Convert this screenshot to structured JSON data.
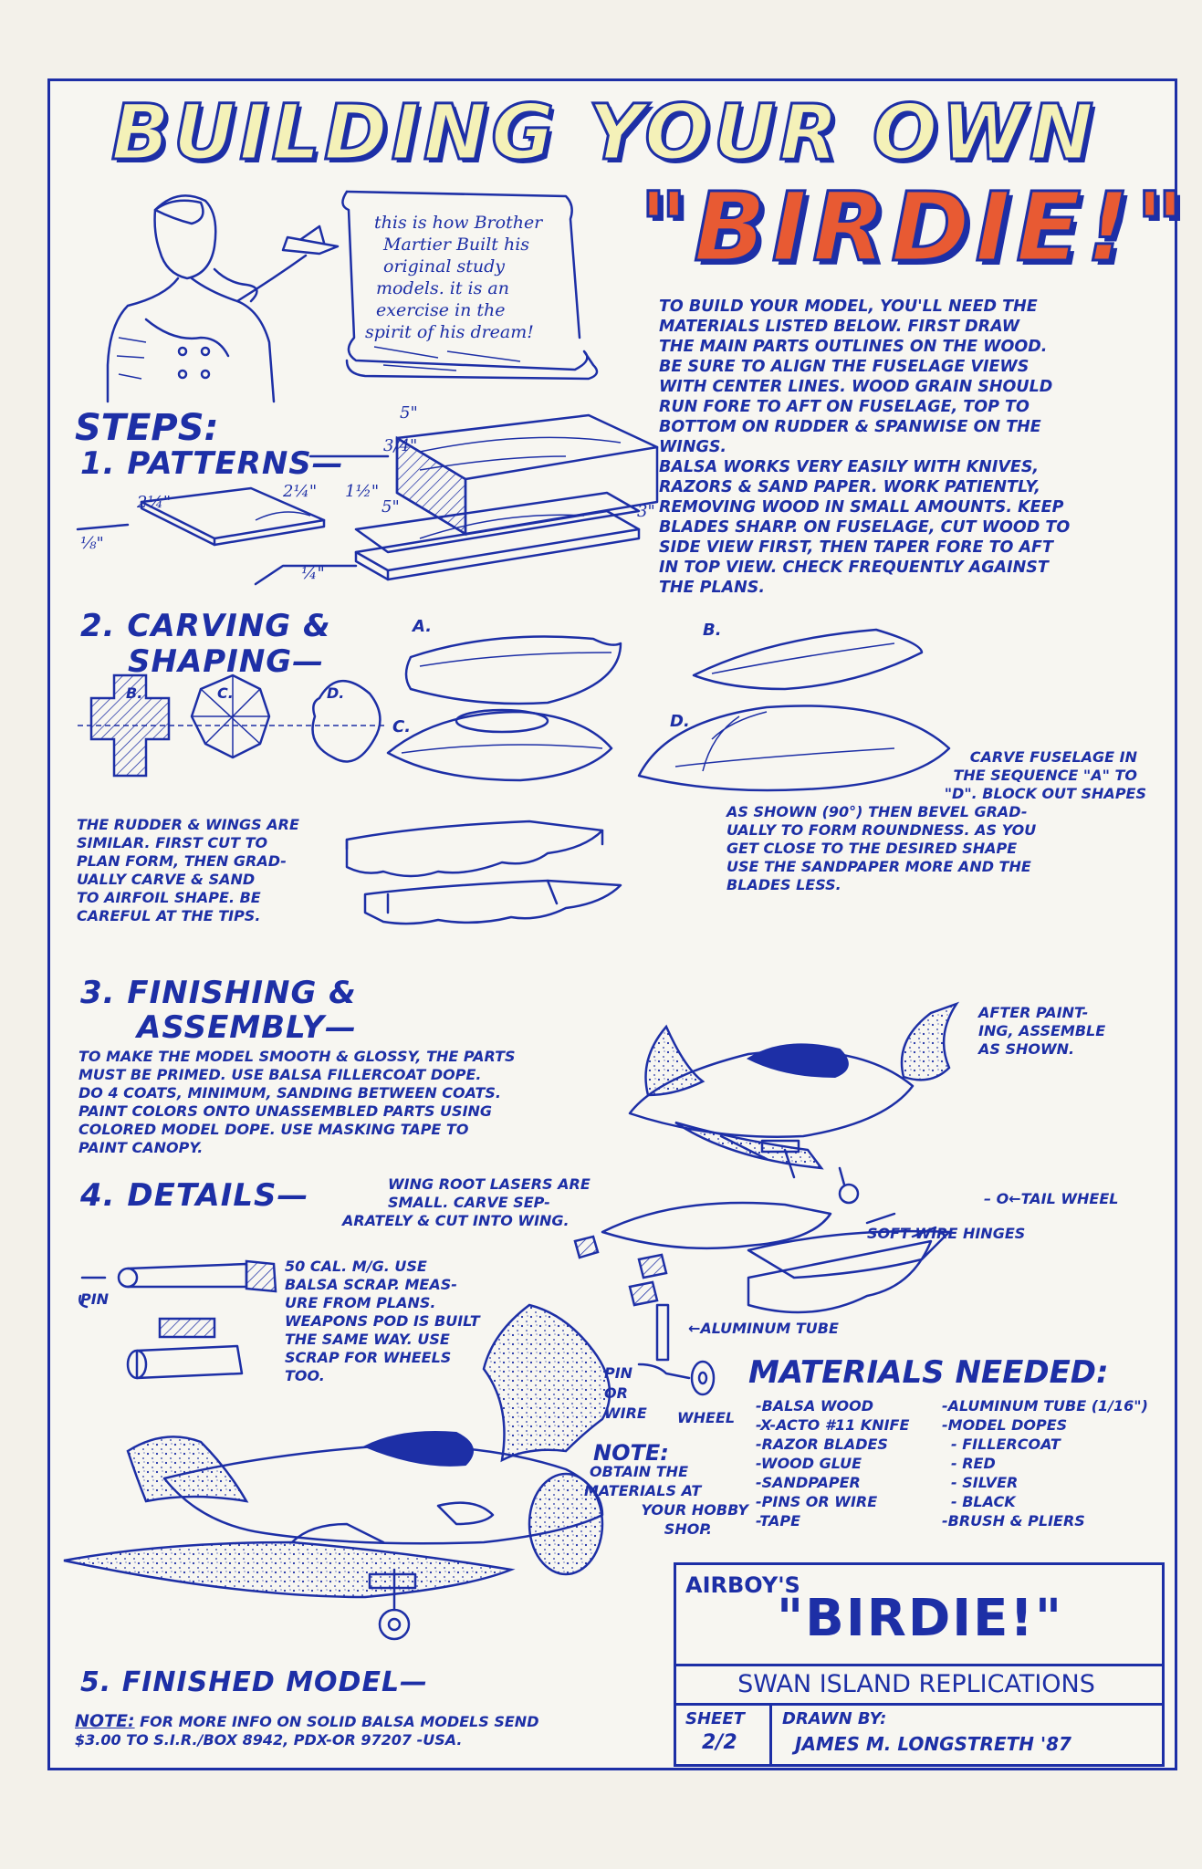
{
  "header": {
    "title_line1": "BUILDING YOUR OWN",
    "title_line2": "\"BIRDIE!\""
  },
  "scroll": {
    "lines": [
      "this is how Brother",
      "Martier Built his",
      "original study",
      "models. it is an",
      "exercise in the",
      "spirit of his dream!"
    ]
  },
  "intro": {
    "lines": [
      "TO BUILD YOUR MODEL, YOU'LL NEED THE",
      "MATERIALS LISTED BELOW. FIRST DRAW",
      "THE MAIN PARTS OUTLINES ON THE WOOD.",
      "BE SURE TO ALIGN THE FUSELAGE VIEWS",
      "WITH CENTER LINES. WOOD GRAIN SHOULD",
      "RUN FORE TO AFT ON FUSELAGE, TOP TO",
      "BOTTOM ON RUDDER & SPANWISE ON THE",
      "WINGS.",
      "BALSA WORKS VERY EASILY WITH KNIVES,",
      "RAZORS & SAND PAPER. WORK PATIENTLY,",
      "REMOVING WOOD IN SMALL AMOUNTS. KEEP",
      "BLADES SHARP. ON FUSELAGE, CUT WOOD TO",
      "SIDE VIEW FIRST, THEN TAPER FORE TO AFT",
      "IN TOP VIEW. CHECK FREQUENTLY AGAINST",
      "THE PLANS."
    ]
  },
  "steps": {
    "heading": "STEPS:",
    "patterns": {
      "label": "1. PATTERNS—",
      "dims": {
        "d5a": "5\"",
        "d34": "3/4\"",
        "d112": "1½\"",
        "d5b": "5\"",
        "d214a": "2¼\"",
        "d214b": "2¼\"",
        "d18": "⅛\"",
        "d14": "¼\"",
        "d3": "3\""
      }
    },
    "carving": {
      "label_a": "2. CARVING &",
      "label_b": "SHAPING—",
      "views": [
        "A.",
        "B.",
        "C.",
        "D."
      ],
      "section_labels": [
        "B.",
        "C.",
        "D."
      ],
      "rudder_lines": [
        "THE RUDDER & WINGS ARE",
        "SIMILAR. FIRST CUT TO",
        "PLAN FORM, THEN GRAD-",
        "UALLY CARVE & SAND",
        "TO AIRFOIL SHAPE. BE",
        "CAREFUL AT THE TIPS."
      ],
      "fuselage_lines": [
        "CARVE FUSELAGE IN",
        "THE SEQUENCE \"A\" TO",
        "\"D\". BLOCK OUT SHAPES",
        "AS SHOWN (90°) THEN BEVEL GRAD-",
        "UALLY TO FORM ROUNDNESS. AS YOU",
        "GET CLOSE TO THE DESIRED SHAPE",
        "USE THE SANDPAPER MORE AND THE",
        "BLADES LESS."
      ]
    },
    "finishing": {
      "label_a": "3. FINISHING &",
      "label_b": "ASSEMBLY—",
      "lines": [
        "TO MAKE THE MODEL SMOOTH & GLOSSY, THE PARTS",
        "MUST BE PRIMED. USE BALSA FILLERCOAT DOPE.",
        "DO 4 COATS, MINIMUM, SANDING BETWEEN COATS.",
        "PAINT COLORS ONTO UNASSEMBLED PARTS USING",
        "COLORED MODEL DOPE. USE MASKING TAPE TO",
        "PAINT CANOPY."
      ],
      "after_paint": [
        "AFTER PAINT-",
        "ING, ASSEMBLE",
        "AS SHOWN."
      ]
    },
    "details": {
      "label": "4. DETAILS—",
      "wingroot_lines": [
        "WING ROOT LASERS ARE",
        "SMALL. CARVE SEP-",
        "ARATELY & CUT INTO WING."
      ],
      "tail_wheel": "TAIL WHEEL",
      "soft_wire": "SOFT WIRE HINGES",
      "pin": "PIN",
      "mg_lines": [
        "50 CAL. M/G. USE",
        "BALSA SCRAP. MEAS-",
        "URE FROM PLANS.",
        "WEAPONS POD IS BUILT",
        "THE SAME WAY. USE",
        "SCRAP FOR WHEELS",
        "TOO."
      ],
      "aluminum_tube": "ALUMINUM TUBE",
      "pin_or_wire": [
        "PIN",
        "OR",
        "WIRE"
      ],
      "wheel": "WHEEL"
    },
    "finished": {
      "label": "5. FINISHED MODEL—"
    }
  },
  "materials": {
    "heading": "MATERIALS NEEDED:",
    "left": [
      "-BALSA WOOD",
      "-X-ACTO #11 KNIFE",
      "-RAZOR BLADES",
      "-WOOD GLUE",
      "-SANDPAPER",
      "-PINS OR WIRE",
      "-TAPE"
    ],
    "right": [
      "-ALUMINUM TUBE (1/16\")",
      "-MODEL DOPES",
      "- FILLERCOAT",
      "- RED",
      "- SILVER",
      "- BLACK",
      "-BRUSH & PLIERS"
    ]
  },
  "note": {
    "label": "NOTE:",
    "lines": [
      "OBTAIN THE",
      "MATERIALS AT",
      "YOUR HOBBY",
      "SHOP."
    ]
  },
  "footer_note": {
    "label": "NOTE:",
    "line1": "FOR MORE INFO ON SOLID BALSA MODELS SEND",
    "line2": "$3.00 TO S.I.R./BOX 8942, PDX-OR 97207 -USA."
  },
  "title_block": {
    "airboy": "AIRBOY'S",
    "birdie": "\"BIRDIE!\"",
    "company": "SWAN ISLAND REPLICATIONS",
    "sheet_label": "SHEET",
    "sheet_value": "2/2",
    "drawn_by_label": "DRAWN BY:",
    "drawn_by_value": "JAMES M. LONGSTRETH '87"
  },
  "colors": {
    "ink": "#1d2fa6",
    "title_fill": "#f4f1b8",
    "birdie_red": "#e85a33",
    "paper": "#f7f6f1"
  }
}
